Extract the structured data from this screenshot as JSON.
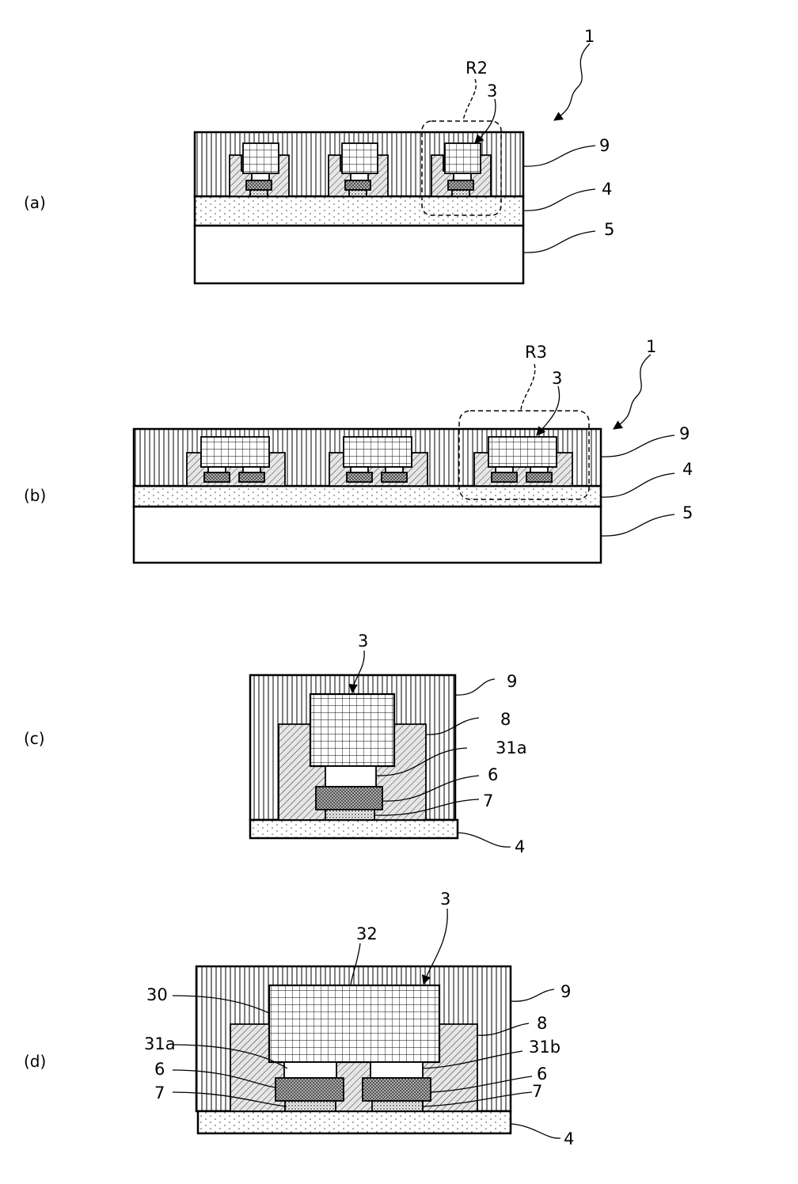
{
  "panels": [
    {
      "id": "a",
      "label": "(a)",
      "refs": [
        "1",
        "R2",
        "3",
        "9",
        "4",
        "5"
      ]
    },
    {
      "id": "b",
      "label": "(b)",
      "refs": [
        "1",
        "R3",
        "3",
        "9",
        "4",
        "5"
      ]
    },
    {
      "id": "c",
      "label": "(c)",
      "refs": [
        "3",
        "9",
        "8",
        "31a",
        "6",
        "7",
        "4"
      ]
    },
    {
      "id": "d",
      "label": "(d)",
      "refs": [
        "3",
        "32",
        "30",
        "9",
        "8",
        "31a",
        "31b",
        "6",
        "6",
        "7",
        "7",
        "4"
      ]
    }
  ]
}
